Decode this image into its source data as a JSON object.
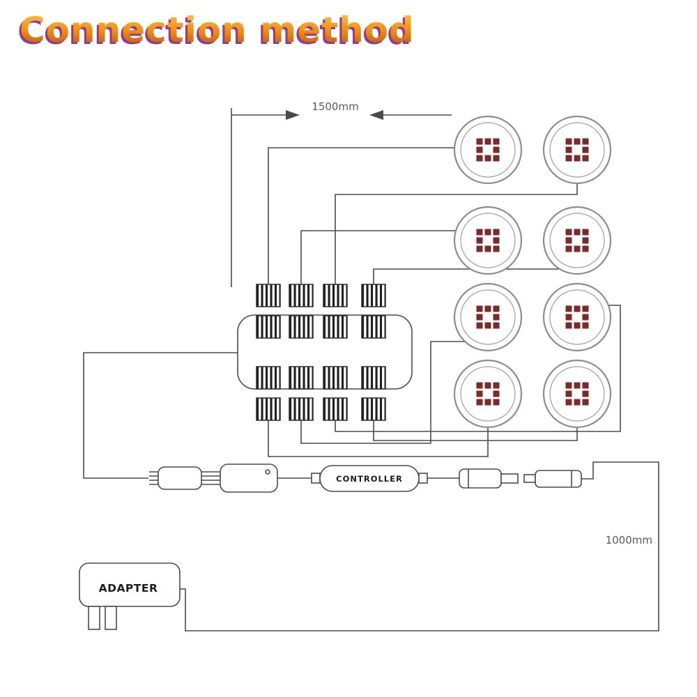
{
  "title": {
    "text": "Connection method",
    "colors": {
      "top": "#ffbe45",
      "middle": "#f08a10",
      "bottom": "#b44a1e",
      "shadow": "#8a3d96"
    }
  },
  "labels": {
    "top_dimension": "1500mm",
    "cable_dimension": "1000mm",
    "controller": "CONTROLLER",
    "adapter": "ADAPTER"
  },
  "diagram": {
    "line_color": "#4a4a4a",
    "puck_ring_color": "#8d8d8d",
    "led_color": "#7b2b2b",
    "puck_count": 8,
    "leds_per_puck": 8,
    "hub_port_count": 8
  }
}
